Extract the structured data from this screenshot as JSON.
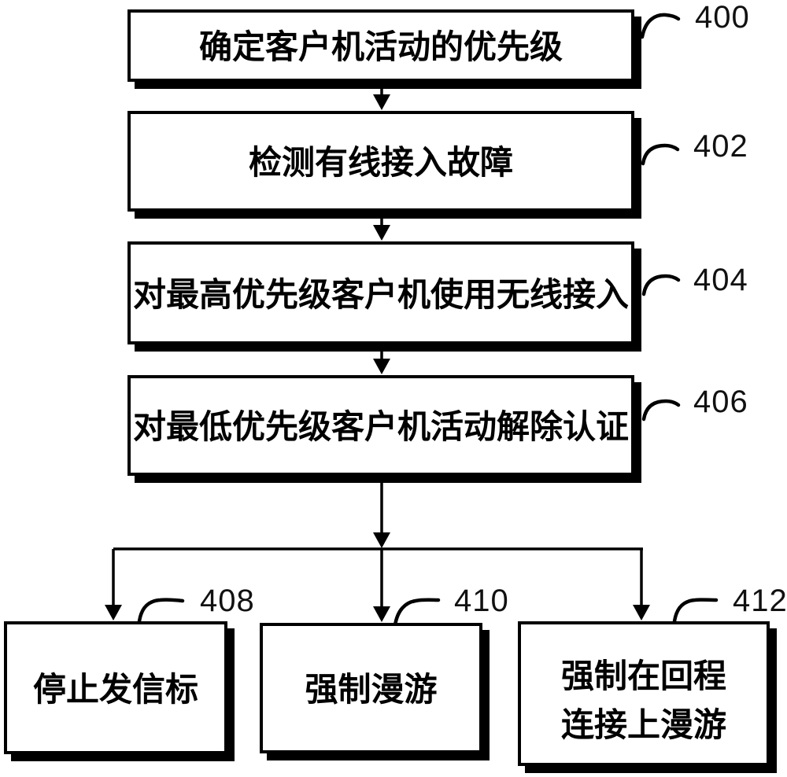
{
  "figure": {
    "steps": [
      {
        "text": "确定客户机活动的优先级",
        "label": "400"
      },
      {
        "text": "检测有线接入故障",
        "label": "402"
      },
      {
        "text": "对最高优先级客户机使用无线接入",
        "label": "404"
      },
      {
        "text": "对最低优先级客户机活动解除认证",
        "label": "406"
      },
      {
        "text": "停止发信标",
        "label": "408"
      },
      {
        "text": "强制漫游",
        "label": "410"
      },
      {
        "text": "强制在回程\n连接上漫游",
        "label": "412"
      }
    ],
    "colors": {
      "line": "#000000",
      "box_background": "#ffffff",
      "label_color": "#111111"
    }
  }
}
